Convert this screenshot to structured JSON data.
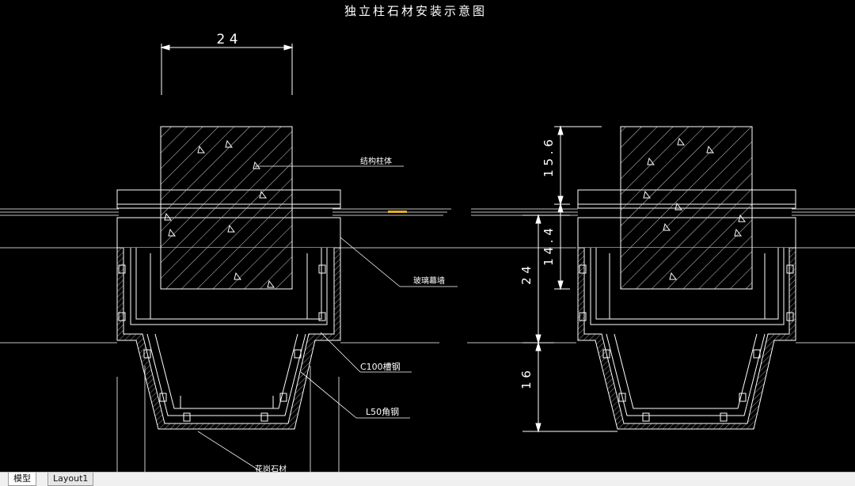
{
  "drawing": {
    "title": "独立柱石材安装示意图",
    "dim_width_left": "2 4",
    "dim_right_1": "1 5 . 6",
    "dim_right_2": "1 4 . 4",
    "dim_right_3": "2 4",
    "dim_right_4": "1 6",
    "label_structure_column": "结构柱体",
    "label_glass_curtain": "玻璃幕墙",
    "label_channel_steel": "C100槽钢",
    "label_angle_steel": "L50角钢",
    "label_stone": "花岗石材"
  },
  "colors": {
    "background": "#000000",
    "line": "#ffffff",
    "hatch": "#d8d8d8",
    "accent": "#e0b030"
  },
  "tabs": {
    "model": "模型",
    "layout1": "Layout1"
  }
}
